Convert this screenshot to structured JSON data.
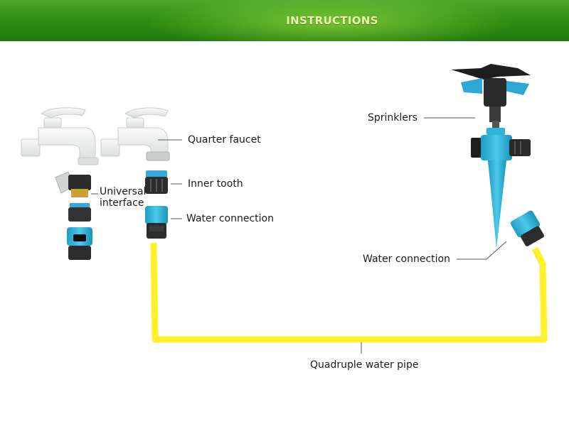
{
  "header": {
    "title": "INSTRUCTIONS"
  },
  "labels": {
    "quarter_faucet": "Quarter faucet",
    "inner_tooth": "Inner tooth",
    "universal_interface_line1": "Universal",
    "universal_interface_line2": "interface",
    "water_connection_left": "Water connection",
    "sprinklers": "Sprinklers",
    "water_connection_right": "Water connection",
    "quadruple_water_pipe": "Quadruple water pipe"
  },
  "colors": {
    "header_green": "#2f8f14",
    "header_text": "#e8f7a8",
    "pipe_yellow": "#fff02a",
    "connector_blue": "#2db4d8",
    "faucet_white": "#eef0f0",
    "label_text": "#1a1a1a"
  },
  "icons": [
    "faucet-icon",
    "universal-adapter-icon",
    "inner-tooth-adapter-icon",
    "quick-connector-icon",
    "sprinkler-icon"
  ]
}
